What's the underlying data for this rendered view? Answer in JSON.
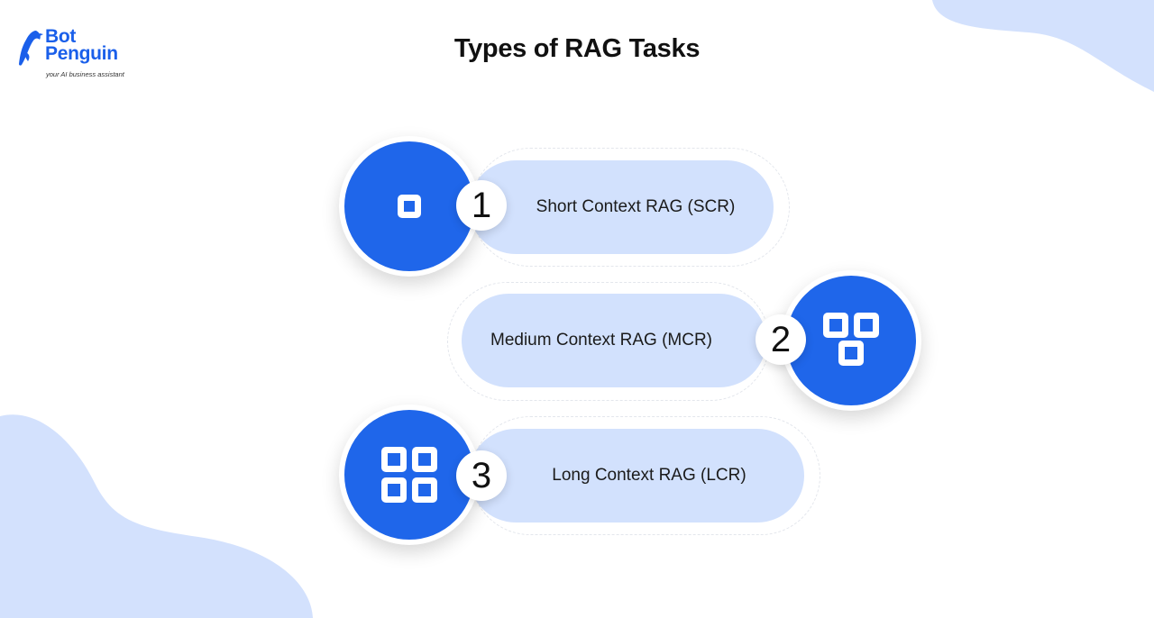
{
  "logo": {
    "line1": "Bot",
    "line2": "Penguin",
    "tagline": "your AI business assistant",
    "icon": "penguin-icon",
    "color": "#1a5fea"
  },
  "title": "Types of RAG Tasks",
  "colors": {
    "accent_blue": "#1f66ea",
    "pill_fill": "#d2e1fd",
    "blob": "#d3e1fd"
  },
  "items": [
    {
      "number": "1",
      "label": "Short Context RAG (SCR)",
      "icon": "single-square-icon"
    },
    {
      "number": "2",
      "label": "Medium Context RAG (MCR)",
      "icon": "three-squares-icon"
    },
    {
      "number": "3",
      "label": "Long Context RAG (LCR)",
      "icon": "four-squares-icon"
    }
  ]
}
